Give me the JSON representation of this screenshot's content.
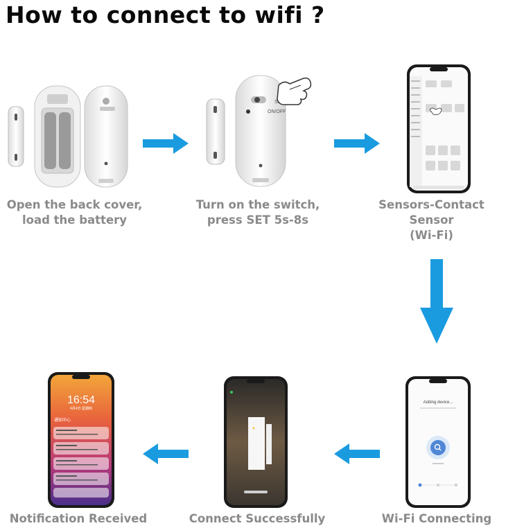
{
  "title": "How to connect to wifi ?",
  "steps": [
    {
      "caption": "Open the back cover,\nload the battery"
    },
    {
      "caption": "Turn on the switch,\npress SET 5s-8s"
    },
    {
      "caption": "Sensors-Contact Sensor\n(Wi-Fi)"
    },
    {
      "caption": "Wi-Fi Connecting"
    },
    {
      "caption": "Connect Successfully"
    },
    {
      "caption": "Notification Received"
    }
  ],
  "device_labels": {
    "switch": "ON/OFF",
    "set": "SET"
  },
  "phone_screens": {
    "adding": "Adding device...",
    "notif_time": "16:54",
    "notif_date": "4月4日 星期四",
    "notif_center": "通知中心"
  },
  "colors": {
    "arrow": "#1a9be0",
    "caption": "#8a8a8a",
    "title": "#0a0a0a"
  },
  "icons": [
    "arrow-right-icon",
    "arrow-down-icon",
    "arrow-left-icon",
    "hand-pointer-icon",
    "search-icon"
  ]
}
